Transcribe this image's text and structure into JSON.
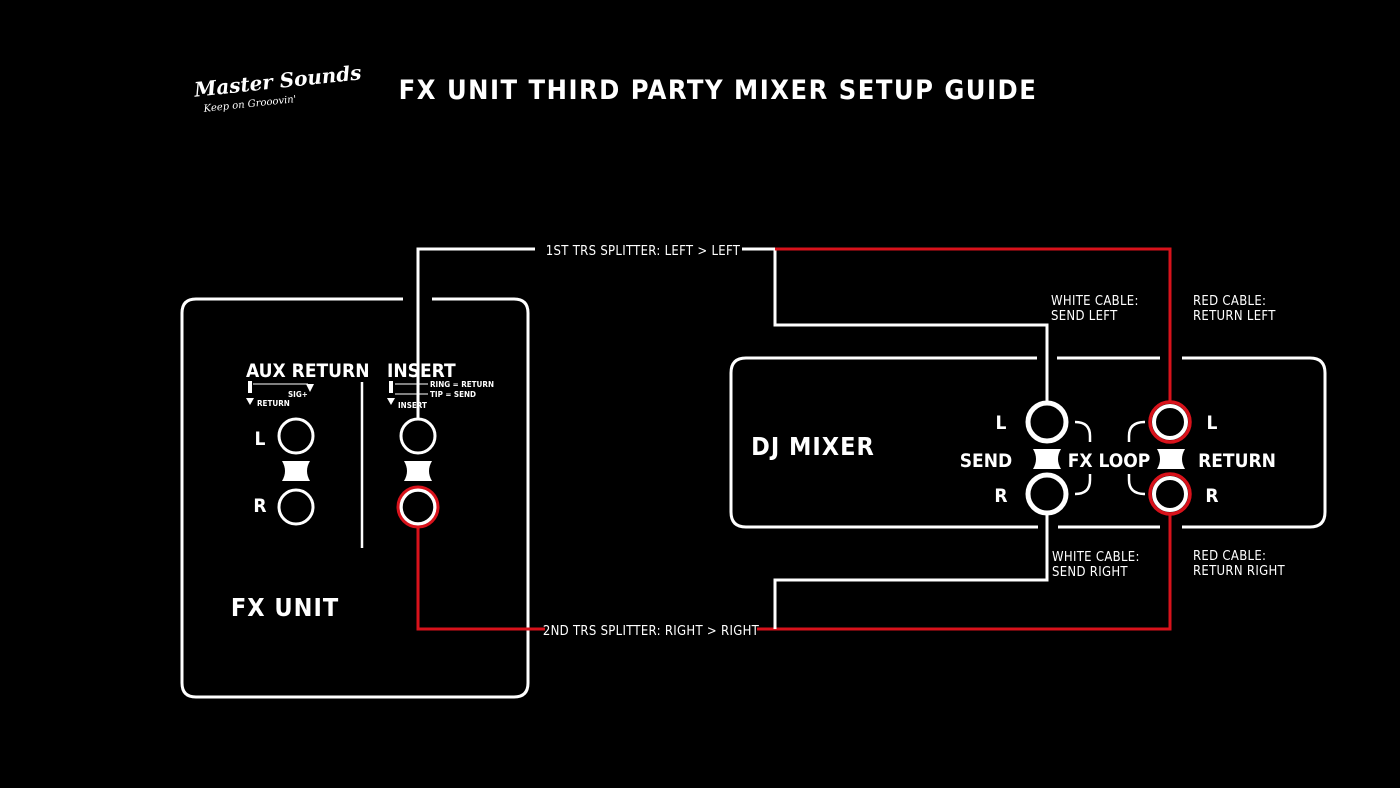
{
  "header": {
    "title": "FX UNIT THIRD PARTY MIXER SETUP GUIDE",
    "logo_text": "Master Sounds",
    "logo_tagline": "Keep on Grooovin'"
  },
  "fx_unit": {
    "label": "FX UNIT",
    "aux_return": {
      "heading": "AUX RETURN",
      "legend_sig": "SIG+",
      "legend_return": "RETURN",
      "left": "L",
      "right": "R"
    },
    "insert": {
      "heading": "INSERT",
      "legend_ring": "RING = RETURN",
      "legend_tip": "TIP = SEND",
      "legend_insert": "INSERT"
    }
  },
  "dj_mixer": {
    "label": "DJ MIXER",
    "send_label": "SEND",
    "return_label": "RETURN",
    "fx_loop_label": "FX LOOP",
    "left": "L",
    "right": "R"
  },
  "cables": {
    "splitter_1": "1ST TRS SPLITTER: LEFT > LEFT",
    "splitter_2": "2ND TRS SPLITTER: RIGHT > RIGHT",
    "send_left_line1": "WHITE CABLE:",
    "send_left_line2": "SEND LEFT",
    "return_left_line1": "RED CABLE:",
    "return_left_line2": "RETURN LEFT",
    "send_right_line1": "WHITE CABLE:",
    "send_right_line2": "SEND RIGHT",
    "return_right_line1": "RED CABLE:",
    "return_right_line2": "RETURN RIGHT"
  },
  "colors": {
    "background": "#000000",
    "white_cable": "#ffffff",
    "red_cable": "#d8121b"
  }
}
